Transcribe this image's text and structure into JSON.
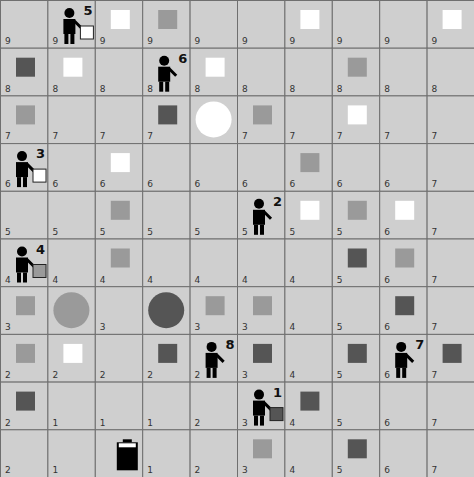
{
  "diagram": {
    "labels": [
      "9",
      "9",
      "5",
      "9",
      "9",
      "9",
      "9",
      "9",
      "9",
      "9",
      "9",
      "8",
      "8",
      "8",
      "8",
      "6",
      "8",
      "8",
      "8",
      "8",
      "8",
      "8",
      "7",
      "7",
      "7",
      "7",
      "7",
      "7",
      "7",
      "7",
      "7",
      "6",
      "3",
      "6",
      "6",
      "6",
      "6",
      "6",
      "6",
      "6",
      "6",
      "7",
      "5",
      "5",
      "5",
      "5",
      "5",
      "5",
      "2",
      "5",
      "5",
      "6",
      "7",
      "4",
      "4",
      "4",
      "4",
      "4",
      "4",
      "4",
      "4",
      "5",
      "6",
      "7",
      "3",
      "3",
      "3",
      "3",
      "4",
      "5",
      "6",
      "7",
      "2",
      "2",
      "2",
      "2",
      "2",
      "8",
      "3",
      "4",
      "5",
      "6",
      "7",
      "7",
      "2",
      "1",
      "1",
      "1",
      "2",
      "3",
      "1",
      "4",
      "5",
      "6",
      "7",
      "2",
      "1",
      "1",
      "2",
      "3",
      "4",
      "5",
      "6",
      "7"
    ]
  }
}
